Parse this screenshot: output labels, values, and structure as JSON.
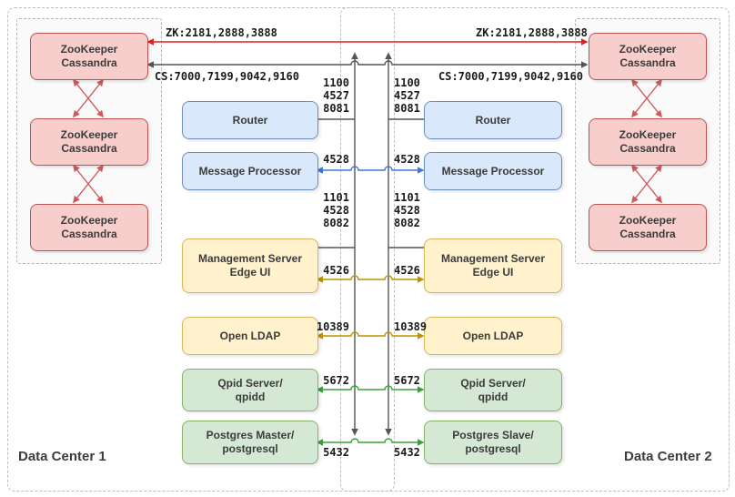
{
  "colors": {
    "zk_box_fill": "#f8cecc",
    "zk_box_stroke": "#b85450",
    "blue_box_fill": "#dae8fc",
    "blue_box_stroke": "#6c8ebf",
    "yellow_box_fill": "#fff2cc",
    "yellow_box_stroke": "#d6b656",
    "green_box_fill": "#d5e8d4",
    "green_box_stroke": "#82b366",
    "zk_link": "#e02020",
    "cassandra_link": "#d05858",
    "dark_link": "#555555",
    "mp_link": "#3b78d8",
    "gold_link": "#bf9000",
    "green_link": "#3ba03b"
  },
  "dc1": {
    "label": "Data Center 1",
    "zk_nodes": [
      "ZooKeeper\nCassandra",
      "ZooKeeper\nCassandra",
      "ZooKeeper\nCassandra"
    ],
    "components": {
      "router": "Router",
      "message_processor": "Message Processor",
      "management_server": "Management Server\nEdge UI",
      "ldap": "Open LDAP",
      "qpid": "Qpid Server/\nqpidd",
      "postgres": "Postgres Master/\npostgresql"
    }
  },
  "dc2": {
    "label": "Data Center 2",
    "zk_nodes": [
      "ZooKeeper\nCassandra",
      "ZooKeeper\nCassandra",
      "ZooKeeper\nCassandra"
    ],
    "components": {
      "router": "Router",
      "message_processor": "Message Processor",
      "management_server": "Management Server\nEdge UI",
      "ldap": "Open LDAP",
      "qpid": "Qpid Server/\nqpidd",
      "postgres": "Postgres Slave/\npostgresql"
    }
  },
  "ports": {
    "zk": "ZK:2181,2888,3888",
    "cs": "CS:7000,7199,9042,9160",
    "router_stack": "1100\n4527\n8081",
    "message_processor": "4528",
    "mp_lower_stack": "1101\n4528\n8082",
    "management_server": "4526",
    "ldap": "10389",
    "qpid": "5672",
    "postgres": "5432"
  }
}
